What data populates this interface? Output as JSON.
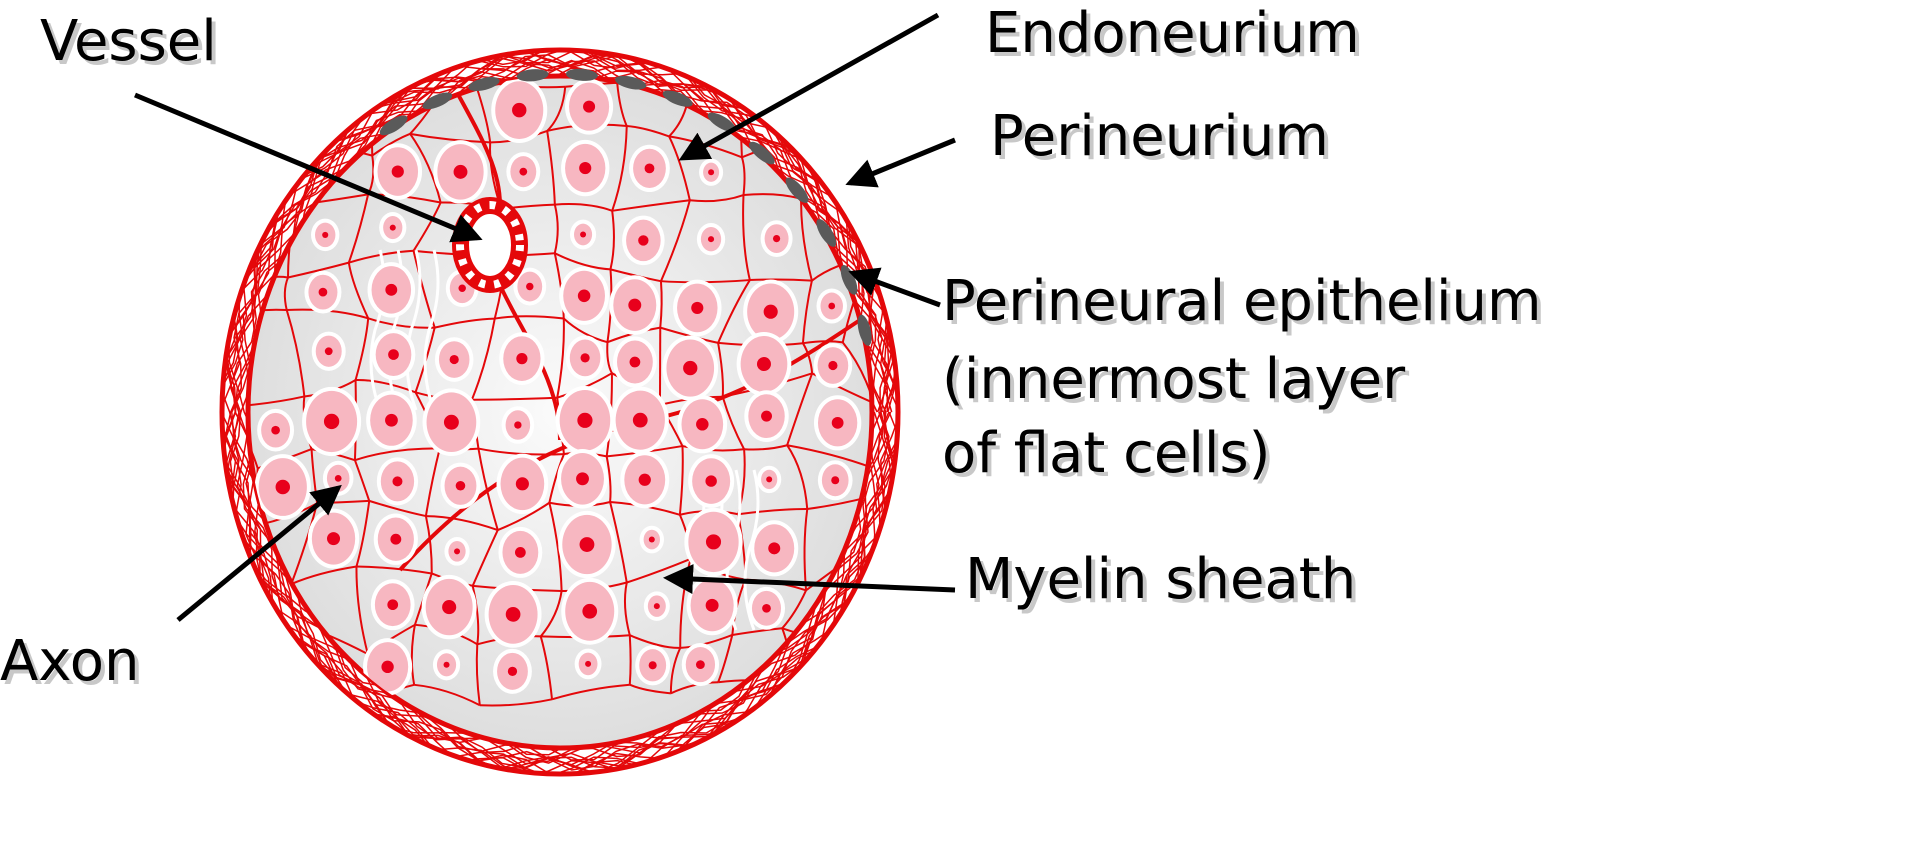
{
  "labels": {
    "vessel": "Vessel",
    "endoneurium": "Endoneurium",
    "perineurium": "Perineurium",
    "perineural_epithelium_1": "Perineural epithelium",
    "perineural_epithelium_2": "(innermost layer",
    "perineural_epithelium_3": "of flat cells)",
    "myelin_sheath": "Myelin sheath",
    "axon": "Axon"
  },
  "colors": {
    "nerve_red": "#e4080a",
    "myelin_pink": "#f7b7c1",
    "axon_red": "#e8001c",
    "background_gray": "#e9e9e9",
    "epithelium_gray": "#5a5a5a",
    "arrow": "#000000"
  }
}
